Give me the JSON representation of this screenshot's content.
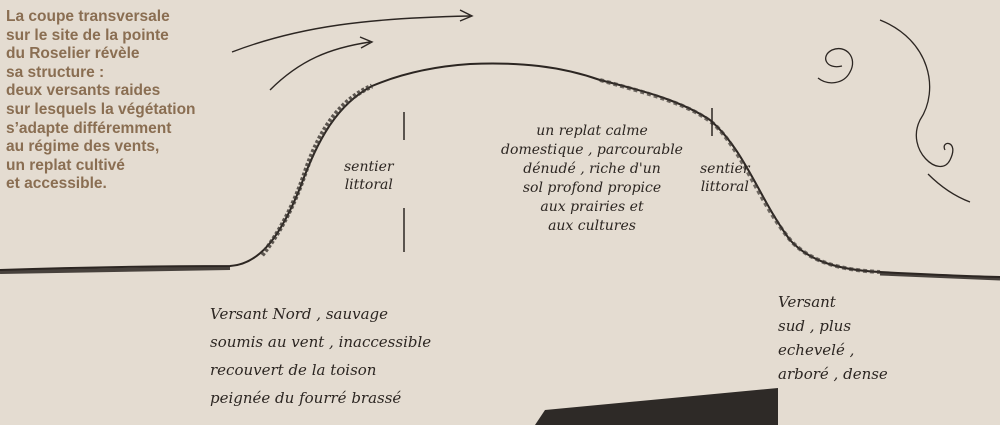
{
  "caption": {
    "lines": [
      "La coupe transversale",
      "sur le site de la pointe",
      "du Roselier révèle",
      "sa structure :",
      "deux versants raides",
      "sur lesquels la végétation",
      "s’adapte différemment",
      "au régime des vents,",
      "un replat cultivé",
      "et accessible."
    ]
  },
  "labels": {
    "path_left": [
      "sentier",
      "littoral"
    ],
    "plateau": [
      "un replat calme",
      "domestique , parcourable",
      "dénudé , riche d'un",
      "sol profond propice",
      "aux prairies et",
      "aux cultures"
    ],
    "path_right": [
      "sentier",
      "littoral"
    ]
  },
  "slopes": {
    "north": [
      "Versant Nord , sauvage",
      "soumis au vent , inaccessible",
      "recouvert de la toison",
      "peignée du fourré brassé"
    ],
    "south": [
      "Versant",
      "sud , plus",
      "echevelé ,",
      "arboré , dense"
    ]
  },
  "colors": {
    "background": "#e4dcd1",
    "caption": "#8a6e52",
    "ink": "#2c2622",
    "bar": "#2e2a27"
  }
}
